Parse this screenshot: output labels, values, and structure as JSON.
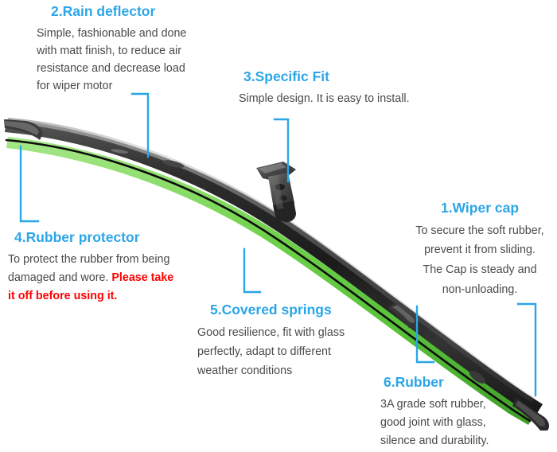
{
  "theme": {
    "background": "#ffffff",
    "accent_blue": "#2ba6e8",
    "body_text": "#4a4a4a",
    "warning_red": "#ff0000",
    "blade_body": "#2b2b2b",
    "blade_highlight": "#6e6e6e",
    "rubber_green": "#6fd14a"
  },
  "product": {
    "name": "windshield-wiper-blade",
    "description": "Curved frameless wiper blade with green soft rubber edge and center adapter clip"
  },
  "callouts": [
    {
      "number": "1",
      "id": "wiper-cap",
      "title": "1.Wiper cap",
      "lines": [
        "To secure the soft rubber,",
        "prevent it from sliding.",
        "The Cap is steady and",
        "non-unloading."
      ]
    },
    {
      "number": "2",
      "id": "rain-deflector",
      "title": "2.Rain deflector",
      "lines": [
        "Simple, fashionable and done",
        "with matt finish,  to reduce air",
        "resistance and decrease load",
        "for wiper motor"
      ]
    },
    {
      "number": "3",
      "id": "specific-fit",
      "title": "3.Specific Fit",
      "lines": [
        "Simple design. It is easy to install."
      ]
    },
    {
      "number": "4",
      "id": "rubber-protector",
      "title": "4.Rubber protector",
      "text_normal_1": "To protect the rubber from being",
      "text_normal_2": "damaged and wore. ",
      "text_warning_1": "Please take",
      "text_warning_2": "it off before using it."
    },
    {
      "number": "5",
      "id": "covered-springs",
      "title": "5.Covered springs",
      "lines": [
        "Good resilience, fit with glass",
        "perfectly, adapt to different",
        "weather conditions"
      ]
    },
    {
      "number": "6",
      "id": "rubber",
      "title": "6.Rubber",
      "lines": [
        "3A grade soft rubber,",
        "good joint with glass,",
        "silence and durability."
      ]
    }
  ]
}
